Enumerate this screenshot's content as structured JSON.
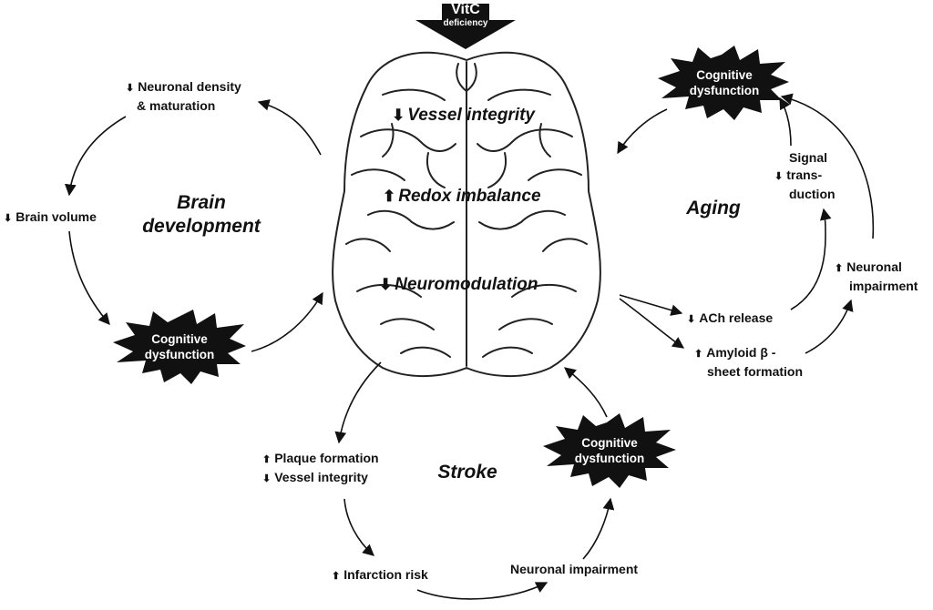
{
  "top": {
    "vitc_title": "VitC",
    "vitc_sub": "deficiency"
  },
  "brain": {
    "vessel": "Vessel integrity",
    "vessel_arrow": "down",
    "redox": "Redox imbalance",
    "redox_arrow": "up",
    "neuro": "Neuromodulation",
    "neuro_arrow": "down"
  },
  "development": {
    "title_line1": "Brain",
    "title_line2": "development",
    "density_line1": "Neuronal density",
    "density_line2": "& maturation",
    "volume": "Brain volume",
    "cog_line1": "Cognitive",
    "cog_line2": "dysfunction"
  },
  "aging": {
    "title": "Aging",
    "cog_line1": "Cognitive",
    "cog_line2": "dysfunction",
    "signal_line1": "Signal",
    "signal_line2": "trans-",
    "signal_line3": "duction",
    "neuronal_line1": "Neuronal",
    "neuronal_line2": "impairment",
    "ach": "ACh release",
    "amyloid_line1": "Amyloid β -",
    "amyloid_line2": "sheet formation"
  },
  "stroke": {
    "title": "Stroke",
    "plaque": "Plaque formation",
    "vessel": "Vessel integrity",
    "infarction": "Infarction risk",
    "neuronal": "Neuronal impairment",
    "cog_line1": "Cognitive",
    "cog_line2": "dysfunction"
  },
  "symbols": {
    "up": "⬆",
    "down": "⬇"
  }
}
